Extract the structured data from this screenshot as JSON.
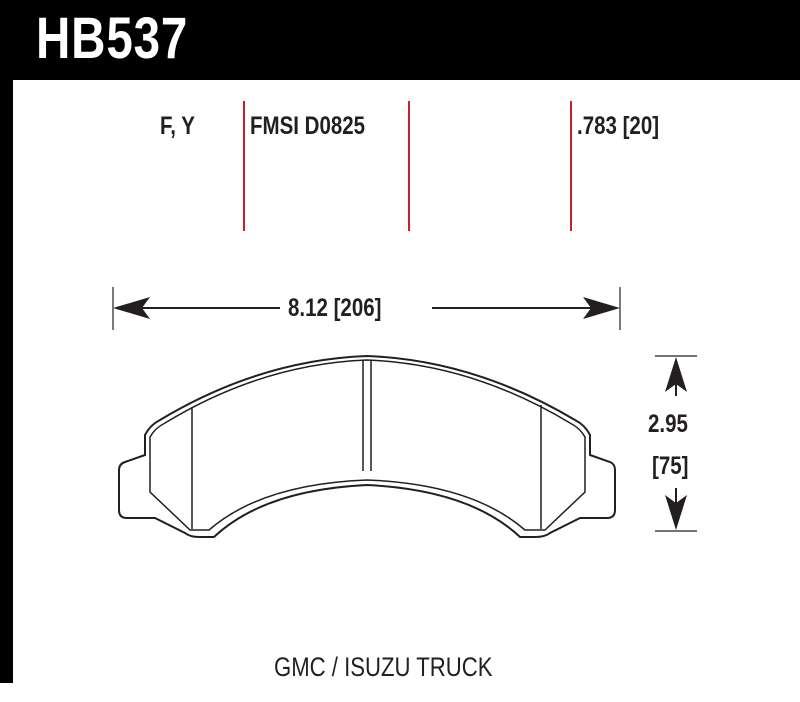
{
  "header": {
    "part_number": "HB537",
    "background": "#000000",
    "text_color": "#ffffff"
  },
  "specs": {
    "compound_codes": "F, Y",
    "fmsi": "FMSI D0825",
    "thickness": ".783 [20]",
    "divider_color": "#c8202f"
  },
  "dimensions": {
    "width": "8.12 [206]",
    "height_in": "2.95",
    "height_mm": "[75]"
  },
  "application": "GMC / ISUZU TRUCK"
}
